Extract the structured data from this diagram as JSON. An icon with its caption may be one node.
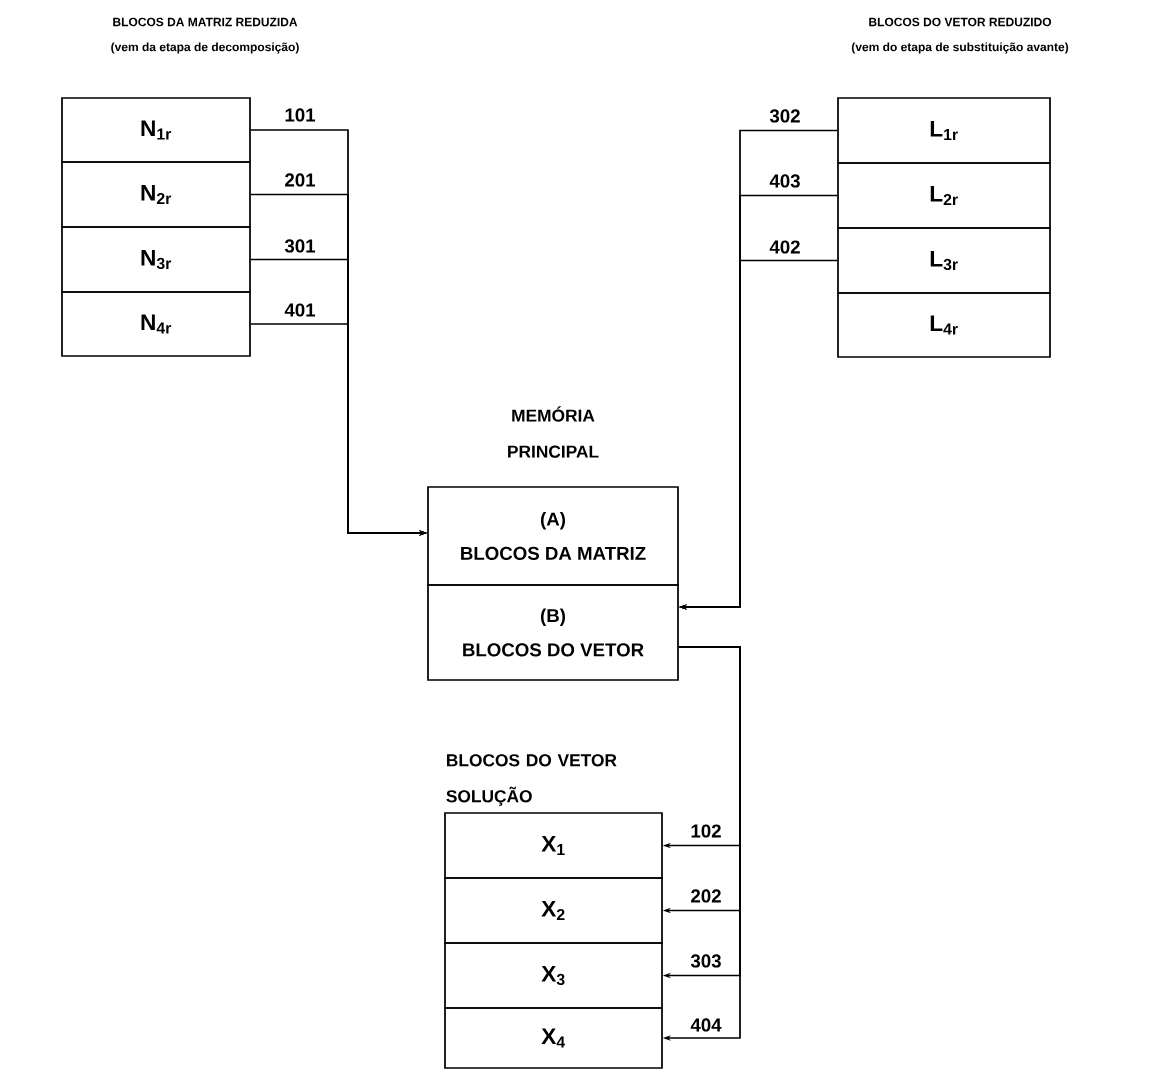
{
  "diagram": {
    "nodes": [
      {
        "text": [
          "N$_{1r}$"
        ]
      },
      {
        "text": [
          "N$_{2r}$"
        ]
      },
      {
        "text": [
          "N$_{3r}$"
        ]
      },
      {
        "text": [
          "N$_{4r}$"
        ]
      },
      {
        "text": [
          "L$_{1r}$"
        ]
      },
      {
        "text": [
          "L$_{2r}$"
        ]
      },
      {
        "text": [
          "L$_{3r}$"
        ]
      },
      {
        "text": [
          "L$_{4r}$"
        ]
      },
      {
        "text": [
          "(A)",
          "BLOCOS DA MATRIZ"
        ]
      },
      {
        "text": [
          "(B)",
          "BLOCOS DO VETOR"
        ]
      },
      {
        "text": [
          "X$_{1}$"
        ]
      },
      {
        "text": [
          "X$_{2}$"
        ]
      },
      {
        "text": [
          "X$_{3}$"
        ]
      },
      {
        "text": [
          "X$_{4}$"
        ]
      }
    ],
    "edges": [
      {
        "from": 0,
        "to": 8,
        "arrow": "to",
        "label": "101"
      },
      {
        "from": 1,
        "to": 8,
        "arrow": "to",
        "label": "201"
      },
      {
        "from": 2,
        "to": 8,
        "arrow": "to",
        "label": "301"
      },
      {
        "from": 3,
        "to": 8,
        "arrow": "to",
        "label": "401"
      },
      {
        "from": 4,
        "to": 9,
        "arrow": "to",
        "label": "302"
      },
      {
        "from": 5,
        "to": 9,
        "arrow": "to",
        "label": "403"
      },
      {
        "from": 6,
        "to": 9,
        "arrow": "to",
        "label": "402"
      },
      {
        "from": 9,
        "to": 10,
        "arrow": "to",
        "label": "102"
      },
      {
        "from": 9,
        "to": 11,
        "arrow": "to",
        "label": "202"
      },
      {
        "from": 9,
        "to": 12,
        "arrow": "to",
        "label": "303"
      },
      {
        "from": 9,
        "to": 13,
        "arrow": "to",
        "label": "404"
      }
    ],
    "labels": [
      "BLOCOS DA MATRIZ REDUZIDA",
      "(vem da etapa de decomposição)",
      "BLOCOS DO VETOR REDUZIDO",
      "(vem do etapa de substituição avante)",
      "MEMÓRIA PRINCIPAL",
      "BLOCOS DO VETOR SOLUÇÃO"
    ]
  }
}
